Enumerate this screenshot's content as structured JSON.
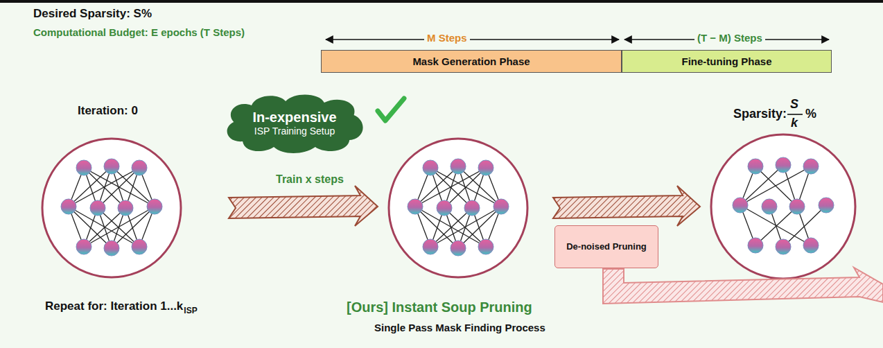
{
  "diagram": {
    "nodes": [
      {
        "text": [
          "Mask Generation Phase"
        ]
      },
      {
        "text": [
          "Fine-tuning Phase"
        ]
      },
      {
        "text": [
          "In-expensive",
          "ISP Training Setup"
        ]
      },
      {
        "text": [
          "De-noised Pruning"
        ]
      }
    ],
    "labels": [
      "Desired Sparsity: S%",
      "Computational Budget: E epochs (T Steps)",
      "M Steps",
      "(T − M) Steps",
      "Iteration: 0",
      "Train x steps",
      "Sparsity:",
      "S",
      "k",
      "%",
      "Repeat for: Iteration 1...k",
      "ISP",
      "[Ours] Instant Soup Pruning",
      "Single Pass Mask Finding Process"
    ]
  }
}
